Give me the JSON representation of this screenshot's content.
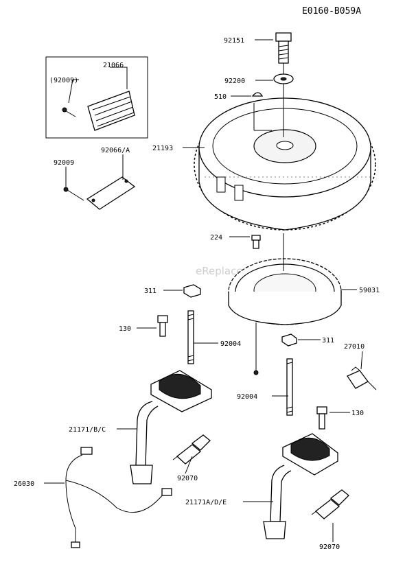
{
  "diagram": {
    "code": "E0160-B059A",
    "watermark": "eReplacementParts.com"
  },
  "labels": {
    "p92151": "92151",
    "p92200": "92200",
    "p510": "510",
    "p21066": "21066",
    "p92009_paren": "(92009)",
    "p21193": "21193",
    "p92066": "92066/A",
    "p92009": "92009",
    "p224": "224",
    "p311a": "311",
    "p59031": "59031",
    "p130a": "130",
    "p92004a": "92004",
    "p311b": "311",
    "p27010": "27010",
    "p92004b": "92004",
    "p130b": "130",
    "p21171bc": "21171/B/C",
    "p26030": "26030",
    "p92070a": "92070",
    "p21171ade": "21171A/D/E",
    "p92070b": "92070"
  }
}
